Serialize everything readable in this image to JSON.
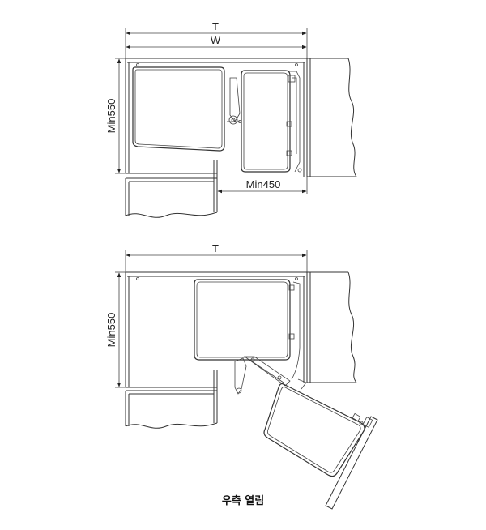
{
  "top_view": {
    "dim_t": "T",
    "dim_w": "W",
    "dim_height": "Min550",
    "dim_bottom": "Min450"
  },
  "bottom_view": {
    "dim_t": "T",
    "dim_height": "Min550"
  },
  "caption": "우측 열림",
  "colors": {
    "line": "#333333",
    "background": "#ffffff"
  }
}
